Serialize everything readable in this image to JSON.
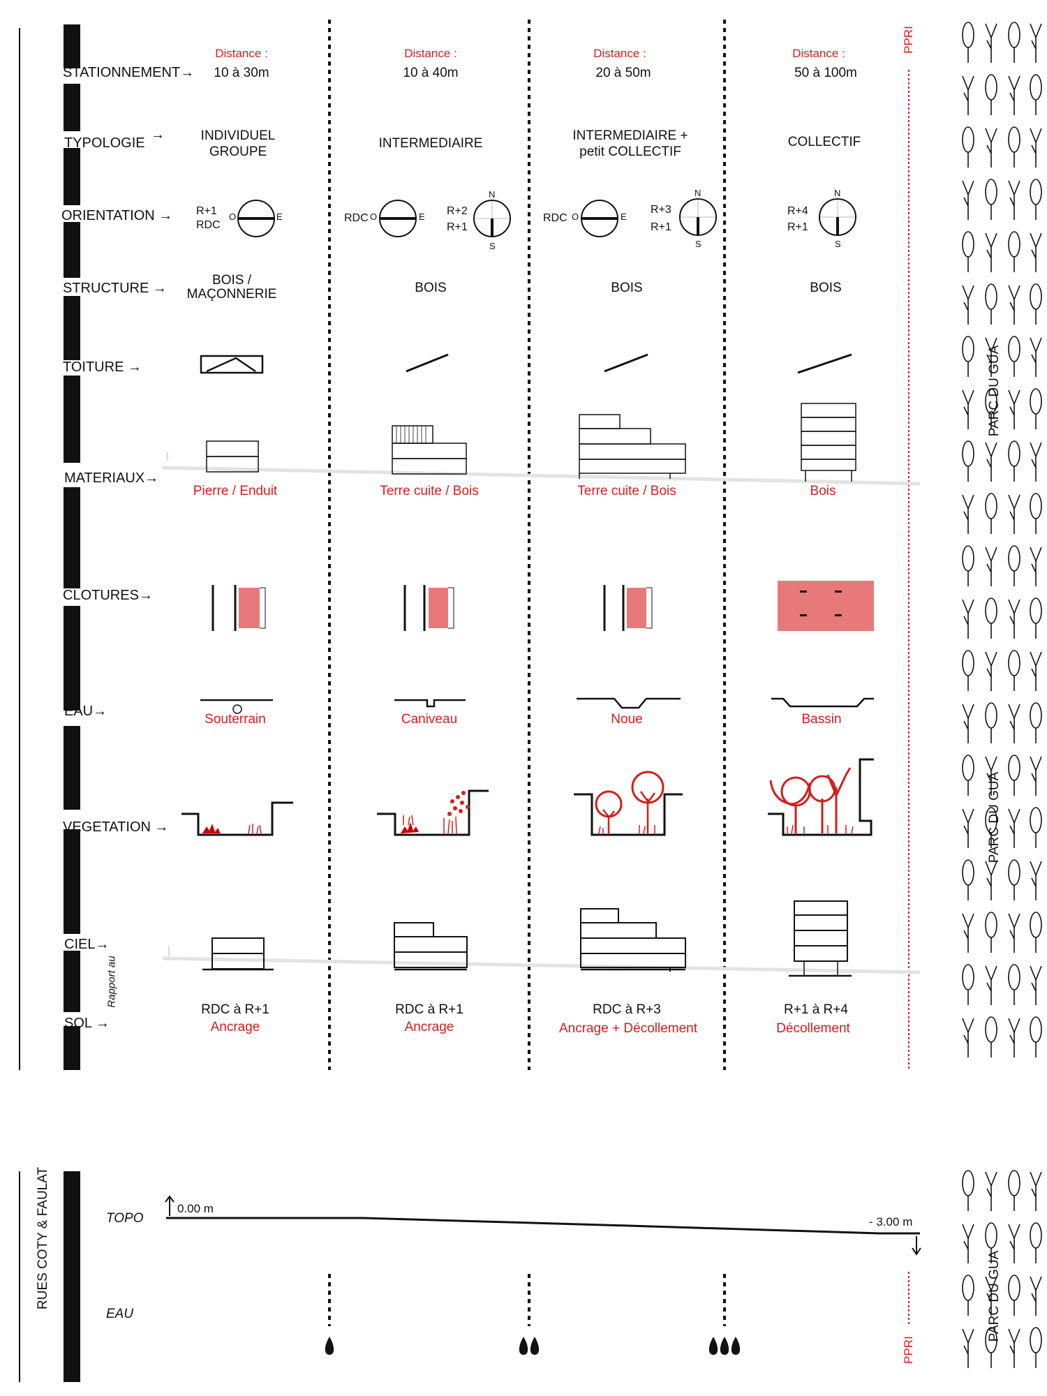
{
  "row_labels": {
    "stationnement": "STATIONNEMENT",
    "typologie": "TYPOLOGIE",
    "orientation": "ORIENTATION",
    "structure": "STRUCTURE",
    "toiture": "TOITURE",
    "materiaux": "MATERIAUX",
    "clotures": "CLOTURES",
    "eau": "EAU",
    "vegetation": "VEGETATION",
    "ciel": "CIEL",
    "rapport": "Rapport au",
    "sol": "SOL"
  },
  "arrow": "→",
  "columns": [
    {
      "distance_label": "Distance :",
      "distance": "10 à 30m",
      "typologie_line1": "INDIVIDUEL",
      "typologie_line2": "GROUPE",
      "orient_top": "R+1",
      "orient_bottom": "RDC",
      "structure_line1": "BOIS /",
      "structure_line2": "MAÇONNERIE",
      "materiaux": "Pierre / Enduit",
      "eau": "Souterrain",
      "sol_height": "RDC à R+1",
      "sol_mode": "Ancrage"
    },
    {
      "distance_label": "Distance :",
      "distance": "10 à 40m",
      "typologie_line1": "INTERMEDIAIRE",
      "typologie_line2": "",
      "orient_left": "RDC",
      "orient_top": "R+2",
      "orient_bottom": "R+1",
      "structure_line1": "BOIS",
      "structure_line2": "",
      "materiaux": "Terre cuite / Bois",
      "eau": "Caniveau",
      "sol_height": "RDC à R+1",
      "sol_mode": "Ancrage"
    },
    {
      "distance_label": "Distance :",
      "distance": "20 à 50m",
      "typologie_line1": "INTERMEDIAIRE +",
      "typologie_line2": "petit COLLECTIF",
      "orient_left": "RDC",
      "orient_top": "R+3",
      "orient_bottom": "R+1",
      "structure_line1": "BOIS",
      "structure_line2": "",
      "materiaux": "Terre cuite / Bois",
      "eau": "Noue",
      "sol_height": "RDC à R+3",
      "sol_mode": "Ancrage  + Décollement"
    },
    {
      "distance_label": "Distance :",
      "distance": "50 à 100m",
      "typologie_line1": "COLLECTIF",
      "typologie_line2": "",
      "orient_top": "R+4",
      "orient_bottom": "R+1",
      "structure_line1": "BOIS",
      "structure_line2": "",
      "materiaux": "Bois",
      "eau": "Bassin",
      "sol_height": "R+1 à R+4",
      "sol_mode": "Décollement"
    }
  ],
  "compass": {
    "n": "N",
    "s": "S",
    "e": "E",
    "o": "O"
  },
  "ppri": "PPRI",
  "parc": "PARC DU GUA",
  "bottom": {
    "side_title": "RUES  COTY & FAULAT",
    "topo_label": "TOPO",
    "eau_label": "EAU",
    "topo_start": "0.00 m",
    "topo_end": "- 3.00 m",
    "ppri": "PPRI",
    "parc": "PARC DU GUA",
    "rain_levels": [
      1,
      2,
      3
    ]
  },
  "colors": {
    "accent": "#d41d1d",
    "fill": "#e8797a",
    "ink": "#111111",
    "ground": "#e6e6e6"
  }
}
